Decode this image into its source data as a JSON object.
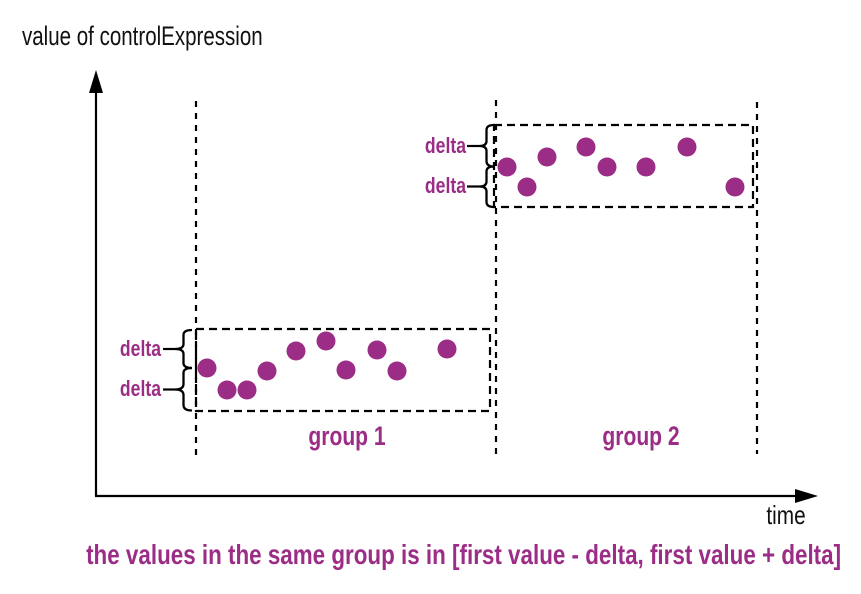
{
  "title": "value of controlExpression",
  "axis": {
    "x_label": "time"
  },
  "footnote": "the values in the same group is in [first value - delta, first value + delta]",
  "colors": {
    "accent": "#9c2d86",
    "ink": "#000000",
    "background": "#ffffff"
  },
  "chart_data": {
    "type": "scatter",
    "description_visible_text_only": true,
    "groups": [
      {
        "label": "group 1",
        "delta_labels": [
          "delta",
          "delta"
        ],
        "points": [
          [
            207,
            368
          ],
          [
            227,
            390
          ],
          [
            247,
            390
          ],
          [
            267,
            371
          ],
          [
            296,
            351
          ],
          [
            326,
            341
          ],
          [
            346,
            370
          ],
          [
            377,
            350
          ],
          [
            397,
            371
          ],
          [
            447,
            349
          ]
        ]
      },
      {
        "label": "group 2",
        "delta_labels": [
          "delta",
          "delta"
        ],
        "points": [
          [
            507,
            167
          ],
          [
            527,
            187
          ],
          [
            547,
            157
          ],
          [
            586,
            147
          ],
          [
            607,
            167
          ],
          [
            646,
            167
          ],
          [
            687,
            147
          ],
          [
            735,
            187
          ]
        ]
      }
    ]
  }
}
